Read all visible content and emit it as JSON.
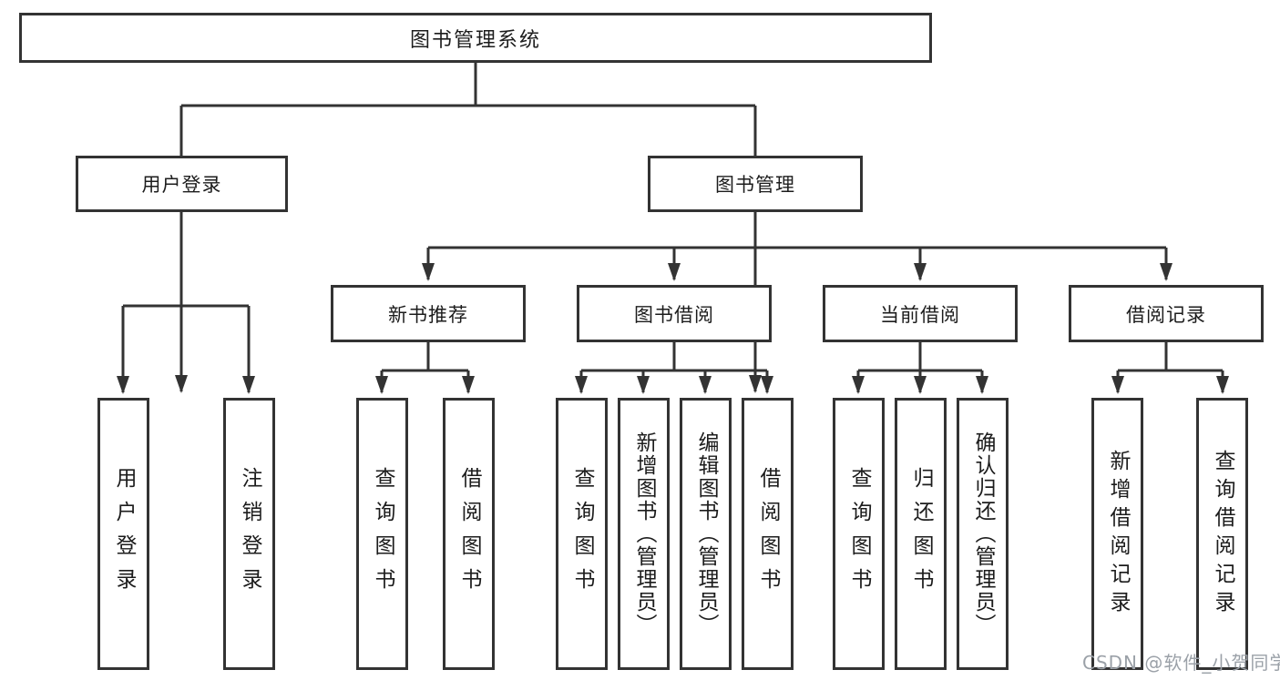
{
  "tree": {
    "label": "图书管理系统",
    "children": [
      {
        "label": "用户登录",
        "children": [
          {
            "label": "用户登录"
          },
          {
            "label": "注销登录"
          }
        ]
      },
      {
        "label": "图书管理",
        "children": [
          {
            "label": "新书推荐",
            "children": [
              {
                "label": "查询图书"
              },
              {
                "label": "借阅图书"
              }
            ]
          },
          {
            "label": "图书借阅",
            "children": [
              {
                "label": "查询图书"
              },
              {
                "label": "新增图书（管理员）"
              },
              {
                "label": "编辑图书（管理员）"
              },
              {
                "label": "借阅图书"
              }
            ]
          },
          {
            "label": "当前借阅",
            "children": [
              {
                "label": "查询图书"
              },
              {
                "label": "归还图书"
              },
              {
                "label": "确认归还（管理员）"
              }
            ]
          },
          {
            "label": "借阅记录",
            "children": [
              {
                "label": "新增借阅记录"
              },
              {
                "label": "查询借阅记录"
              }
            ]
          }
        ]
      }
    ]
  },
  "watermark": "CSDN @软件_小贺同学",
  "colors": {
    "line": "#333333",
    "text": "#1c1c1c",
    "box_background": "#ffffff",
    "watermark": "#9ba1a8"
  }
}
